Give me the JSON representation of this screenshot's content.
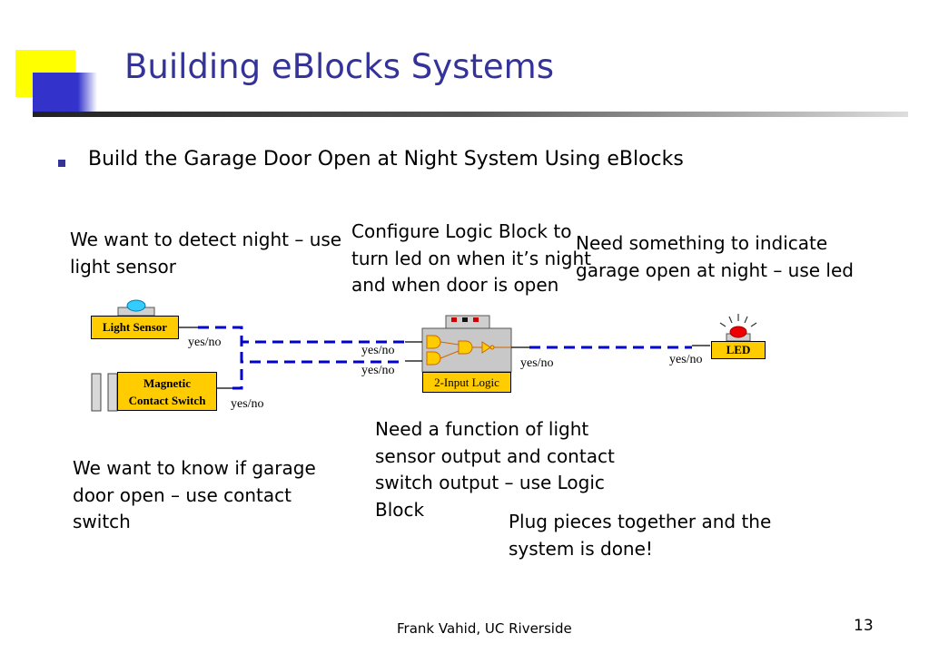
{
  "slide": {
    "title": "Building eBlocks Systems",
    "bullet": "Build the Garage Door Open at Night System Using eBlocks",
    "footer": "Frank Vahid, UC Riverside",
    "page_number": "13"
  },
  "notes": {
    "light_sensor": "We want to detect night – use light sensor",
    "logic_config": "Configure Logic Block to turn led on when it’s night and when door is open",
    "led": "Need something to indicate garage open at night – use led",
    "contact_switch": "We want to know if garage door open – use contact switch",
    "logic_function": "Need a function of light sensor output and contact switch output – use Logic Block",
    "plug": "Plug pieces together and the system is done!"
  },
  "diagram": {
    "light_sensor_label": "Light Sensor",
    "magnetic_label_1": "Magnetic",
    "magnetic_label_2": "Contact Switch",
    "logic_label": "2-Input Logic",
    "led_label": "LED",
    "signal_light": "yes/no",
    "signal_switch": "yes/no",
    "signal_in_top": "yes/no",
    "signal_in_bottom": "yes/no",
    "signal_logic_out": "yes/no",
    "signal_led_in": "yes/no"
  },
  "colors": {
    "title": "#333399",
    "block": "#ffcc00",
    "wire": "#0000cc",
    "accent_yellow": "#ffff00",
    "led_red": "#ee0000",
    "sensor_cyan": "#33ccff"
  }
}
